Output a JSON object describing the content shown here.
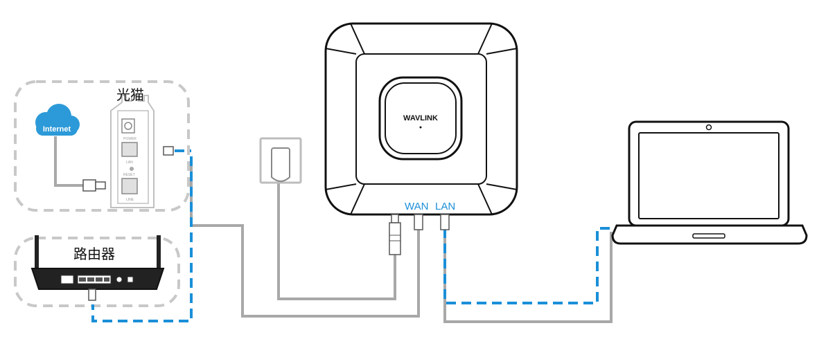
{
  "labels": {
    "modem": "光猫",
    "router": "路由器",
    "internet": "Internet",
    "brand": "WAVLINK",
    "wan": "WAN",
    "lan": "LAN",
    "modem_port_power": "POWER",
    "modem_port_lan": "LAN",
    "modem_port_reset": "RESET",
    "modem_port_line": "LINE"
  },
  "colors": {
    "blue_dash": "#1a8fd8",
    "gray_cable": "#a8a8a8",
    "dashed_frame": "#c8c8c8",
    "device_outline": "#111111",
    "cloud": "#2c9ad8"
  },
  "icons": [
    "cloud-icon",
    "wall-socket-icon",
    "laptop-icon",
    "router-icon",
    "modem-icon",
    "access-point-icon"
  ]
}
